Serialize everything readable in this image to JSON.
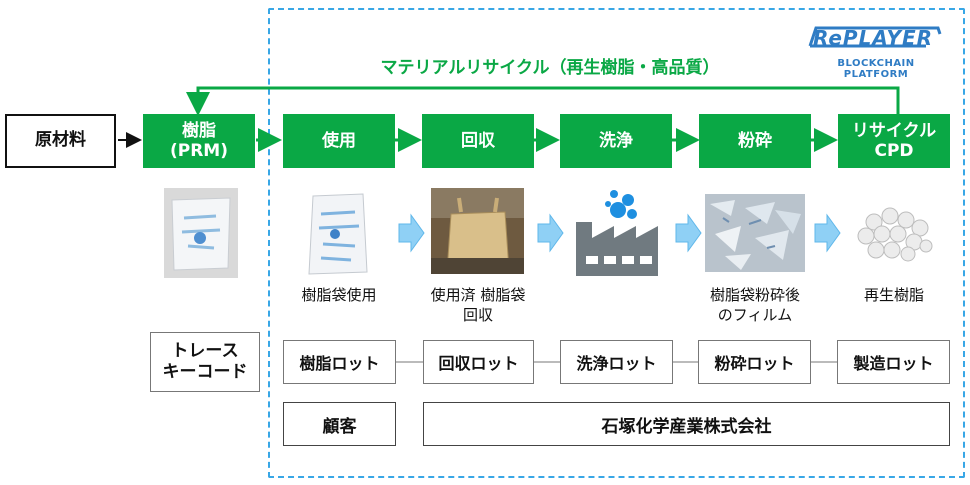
{
  "logo": {
    "name": "RePLAYER",
    "tagline": "BLOCKCHAIN PLATFORM"
  },
  "loop_title": "マテリアルリサイクル（再生樹脂・高品質）",
  "raw_material": "原材料",
  "process_steps": [
    {
      "id": "resin",
      "line1": "樹脂",
      "line2": "(PRM)"
    },
    {
      "id": "use",
      "line1": "使用",
      "line2": ""
    },
    {
      "id": "collect",
      "line1": "回収",
      "line2": ""
    },
    {
      "id": "wash",
      "line1": "洗浄",
      "line2": ""
    },
    {
      "id": "crush",
      "line1": "粉砕",
      "line2": ""
    },
    {
      "id": "recycle",
      "line1": "リサイクル",
      "line2": "CPD"
    }
  ],
  "captions": {
    "use": "樹脂袋使用",
    "collect_line1": "使用済 樹脂袋",
    "collect_line2": "回収",
    "crush_line1": "樹脂袋粉砕後",
    "crush_line2": "のフィルム",
    "recycle": "再生樹脂"
  },
  "trace_key": {
    "line1": "トレース",
    "line2": "キーコード"
  },
  "lots": [
    "樹脂ロット",
    "回収ロット",
    "洗浄ロット",
    "粉砕ロット",
    "製造ロット"
  ],
  "owners": {
    "customer": "顧客",
    "company": "石塚化学産業株式会社"
  },
  "colors": {
    "green": "#0aa845",
    "frame_blue": "#38a7e6",
    "arrow_blue": "#8fd0f5",
    "factory_gray": "#707a80",
    "bubble_blue": "#1e8fe0"
  }
}
